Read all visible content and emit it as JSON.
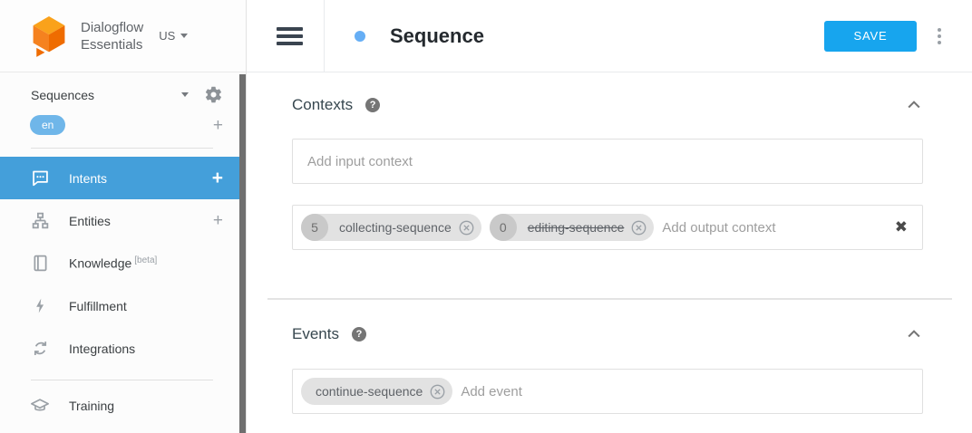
{
  "brand": {
    "line1": "Dialogflow",
    "line2": "Essentials",
    "region": "US"
  },
  "sidebar": {
    "agent_selector": {
      "name": "Sequences"
    },
    "language_tab": "en",
    "add_language_label": "+",
    "items": [
      {
        "label": "Intents",
        "icon": "chat-bubble-icon",
        "add": "+",
        "active": true
      },
      {
        "label": "Entities",
        "icon": "entities-icon",
        "add": "+",
        "active": false
      },
      {
        "label": "Knowledge",
        "badge": "[beta]",
        "icon": "book-icon",
        "active": false
      },
      {
        "label": "Fulfillment",
        "icon": "lightning-icon",
        "active": false
      },
      {
        "label": "Integrations",
        "icon": "sync-icon",
        "active": false
      },
      {
        "label": "Training",
        "icon": "graduation-cap-icon",
        "active": false
      }
    ]
  },
  "header": {
    "title": "Sequence",
    "save_label": "SAVE"
  },
  "contexts": {
    "title": "Contexts",
    "input_placeholder": "Add input context",
    "output_placeholder": "Add output context",
    "output_chips": [
      {
        "lifespan": "5",
        "name": "collecting-sequence",
        "strikethrough": false
      },
      {
        "lifespan": "0",
        "name": "editing-sequence",
        "strikethrough": true
      }
    ]
  },
  "events": {
    "title": "Events",
    "placeholder": "Add event",
    "chips": [
      {
        "name": "continue-sequence"
      }
    ]
  },
  "colors": {
    "save_button_blue": "#17a5ee",
    "active_nav_blue": "#449fda",
    "language_badge_blue": "#6fb6e9",
    "intent_dot_blue": "#66aef5",
    "brand_orange": "#f5821f"
  }
}
